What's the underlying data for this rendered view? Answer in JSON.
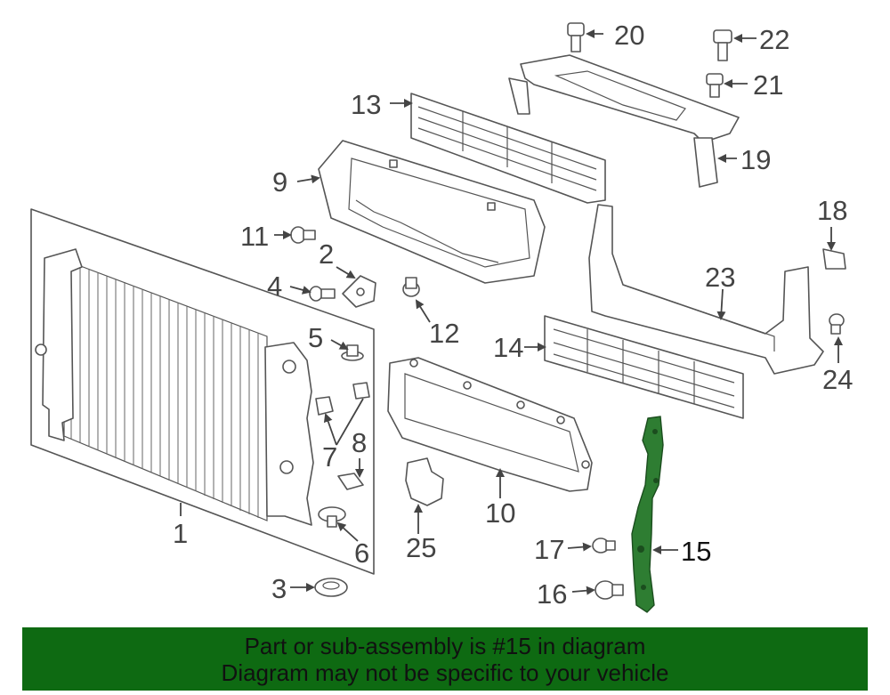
{
  "labels": {
    "p1": "1",
    "p2": "2",
    "p3": "3",
    "p4": "4",
    "p5": "5",
    "p6": "6",
    "p7": "7",
    "p8": "8",
    "p9": "9",
    "p10": "10",
    "p11": "11",
    "p12": "12",
    "p13": "13",
    "p14": "14",
    "p15": "15",
    "p16": "16",
    "p17": "17",
    "p18": "18",
    "p19": "19",
    "p20": "20",
    "p21": "21",
    "p22": "22",
    "p23": "23",
    "p24": "24",
    "p25": "25"
  },
  "highlight": {
    "part": "15",
    "color": "#2e7d32"
  },
  "banner": {
    "line1": "Part or sub-assembly is #15 in diagram",
    "line2": "Diagram may not be specific to your vehicle",
    "background": "#0e6a12"
  }
}
